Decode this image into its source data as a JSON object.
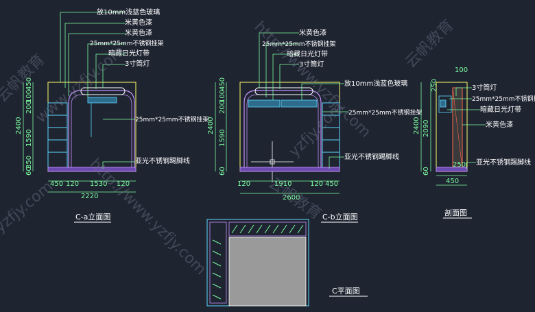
{
  "elevation_ca": {
    "title": "C-a立面图",
    "labels": [
      "放10mm浅蓝色玻璃",
      "米黄色漆",
      "米黄色漆",
      "25mm*25mm不锈钢挂架",
      "暗藏日光灯带",
      "3寸筒灯",
      "25mm*25mm不锈钢挂架",
      "亚光不锈钢踢脚线"
    ],
    "dims_v": [
      "2400",
      "450",
      "100",
      "200",
      "1590",
      "350",
      "60"
    ],
    "dims_h": [
      "450",
      "120",
      "1530",
      "120",
      "2220"
    ]
  },
  "elevation_cb": {
    "title": "C-b立面图",
    "labels": [
      "米黄色漆",
      "25mm*25mm不锈钢挂架",
      "暗藏日光灯带",
      "3寸筒灯",
      "放10mm浅蓝色玻璃",
      "25mm*25mm不锈钢挂架",
      "亚光不锈钢踢脚线"
    ],
    "dims_v": [
      "2400",
      "450",
      "100",
      "200",
      "1590",
      "60"
    ],
    "dims_h": [
      "120",
      "1910",
      "120",
      "450",
      "2600"
    ]
  },
  "section": {
    "title": "剖面图",
    "labels": [
      "3寸筒灯",
      "25mm*25mm不锈钢挂架",
      "暗藏日光灯带",
      "米黄色漆",
      "亚光不锈钢踢脚线"
    ],
    "dims_v": [
      "2400",
      "2090",
      "250",
      "100",
      "60"
    ],
    "dims_h": [
      "250",
      "450"
    ]
  },
  "plan": {
    "title": "C平面图"
  },
  "watermarks": [
    "云帆教育",
    "www.yzfjy.com",
    "http://www.yzfjy.com",
    "yzfjy.com",
    "云帆教育",
    "yzfjy.com",
    "http://www.yzfjy.com",
    "云帆教育"
  ]
}
